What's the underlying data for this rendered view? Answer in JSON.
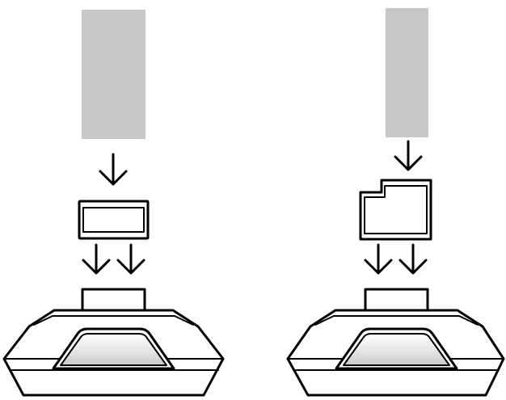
{
  "figure": {
    "description_free": true,
    "panels": [
      {
        "id": "left",
        "strip_color": "#c8c8c8",
        "adapter": "straight",
        "arrows_in": 1,
        "arrows_out": 2
      },
      {
        "id": "right",
        "strip_color": "#c8c8c8",
        "adapter": "stepped",
        "arrows_in": 1,
        "arrows_out": 2
      }
    ],
    "colors": {
      "stroke": "#000000",
      "fill": "#ffffff",
      "strip": "#c8c8c8",
      "window_gradient_top": "#ffffff",
      "window_gradient_bottom": "#c9c9c9"
    }
  }
}
